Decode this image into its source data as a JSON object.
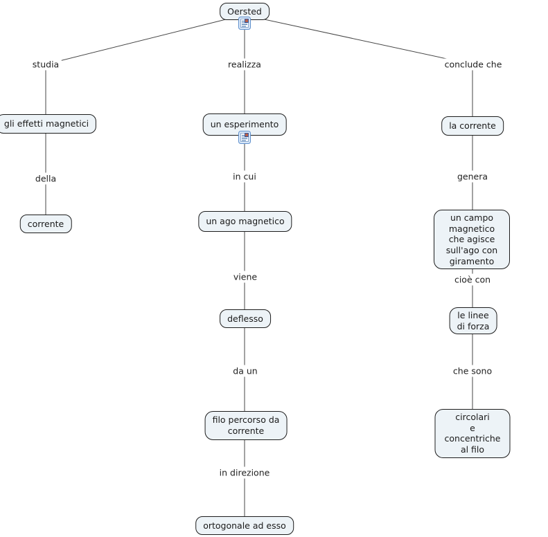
{
  "title": "Oersted concept map",
  "colors": {
    "background": "#ffffff",
    "node_fill": "#edf3f7",
    "node_border": "#1c1c1c",
    "wire": "#444444",
    "text": "#1a1a1a",
    "resource_icon_border": "#5e8fcc"
  },
  "nodes": {
    "oersted": {
      "label": "Oersted"
    },
    "effetti": {
      "label": "gli effetti magnetici"
    },
    "corrente": {
      "label": "corrente"
    },
    "esperimento": {
      "label": "un esperimento"
    },
    "ago": {
      "label": "un ago magnetico"
    },
    "deflesso": {
      "label": "deflesso"
    },
    "filo": {
      "label": "filo percorso da\ncorrente"
    },
    "ortogonale": {
      "label": "ortogonale ad esso"
    },
    "la_corrente": {
      "label": "la corrente"
    },
    "campo": {
      "label": "un campo magnetico che agisce\nsull'ago con giramento"
    },
    "linee": {
      "label": "le linee\ndi forza"
    },
    "circolari": {
      "label": "circolari\ne\nconcentriche al filo"
    }
  },
  "links": {
    "studia": {
      "label": "studia"
    },
    "realizza": {
      "label": "realizza"
    },
    "conclude_che": {
      "label": "conclude che"
    },
    "della": {
      "label": "della"
    },
    "in_cui": {
      "label": "in cui"
    },
    "viene": {
      "label": "viene"
    },
    "da_un": {
      "label": "da un"
    },
    "in_direzione": {
      "label": "in direzione"
    },
    "genera": {
      "label": "genera"
    },
    "cioe_con": {
      "label": "cioè con"
    },
    "che_sono": {
      "label": "che sono"
    }
  },
  "icons": {
    "resource": "document-with-image-icon"
  }
}
